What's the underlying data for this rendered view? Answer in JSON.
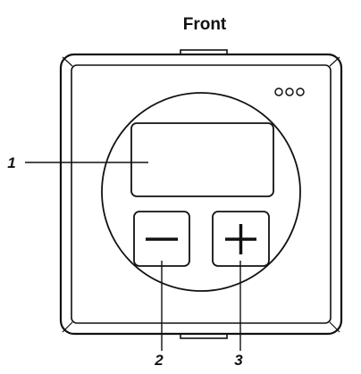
{
  "title": "Front",
  "callouts": {
    "display": "1",
    "minus_button": "2",
    "plus_button": "3"
  },
  "colors": {
    "stroke": "#111111",
    "background": "#ffffff"
  },
  "icons": {
    "indicator_leds": "three-circles-icon",
    "minus": "minus-icon",
    "plus": "plus-icon"
  }
}
